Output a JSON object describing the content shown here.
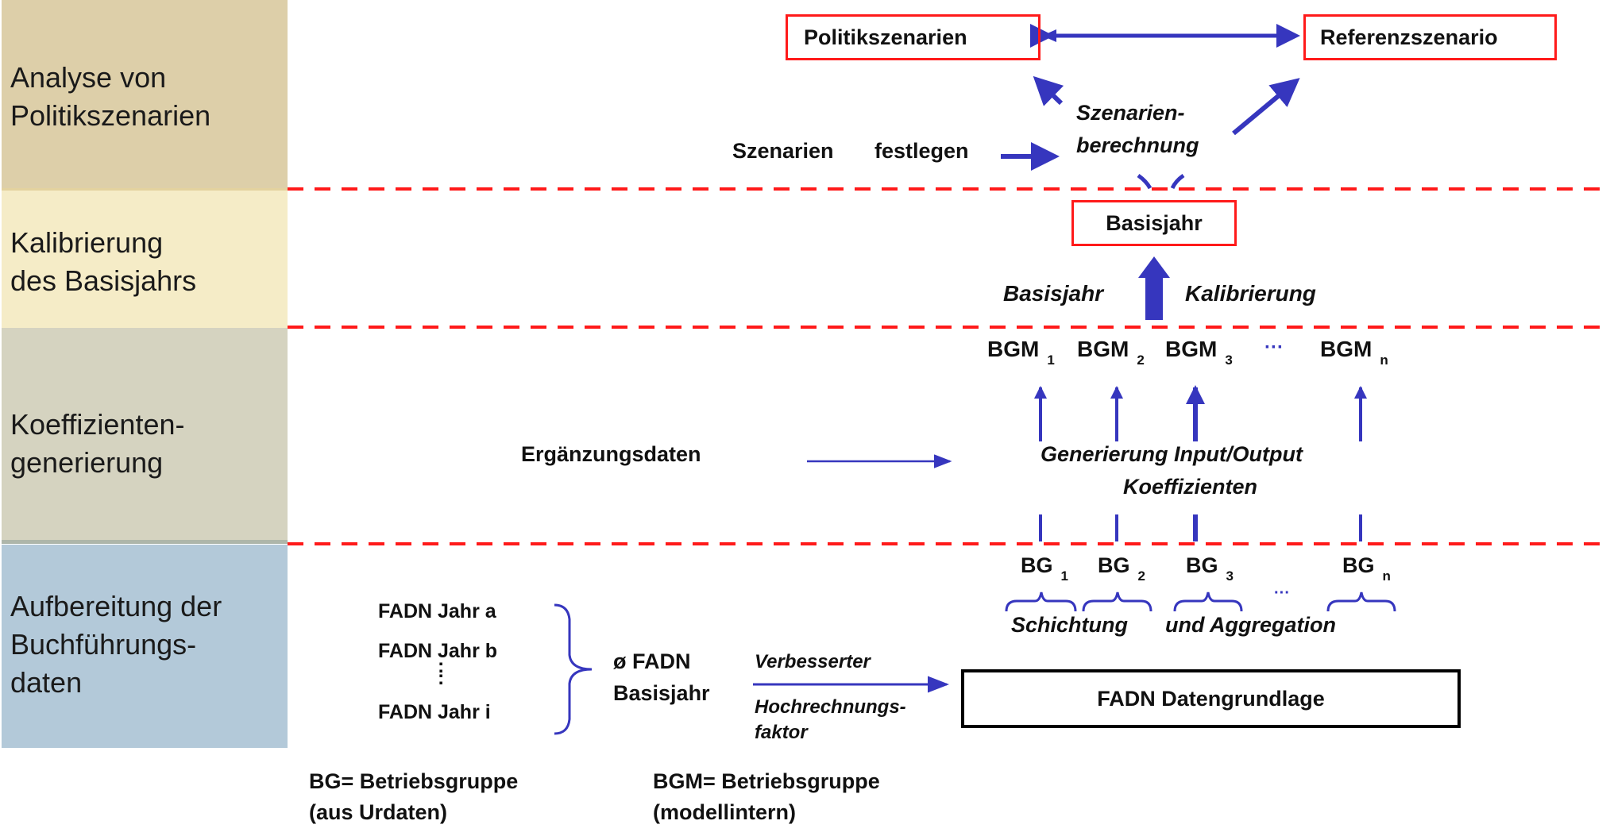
{
  "colors": {
    "band1": "#DDCFA9",
    "band2": "#F5ECC7",
    "band3": "#D5D3C0",
    "band4": "#B3C9D9",
    "arrow_blue": "#3636BE",
    "divider_red": "#FF1A1A",
    "box_red": "#FF1A1A"
  },
  "bands": [
    {
      "label": "Analyse von\nPolitikszenarien"
    },
    {
      "label": "Kalibrierung\ndes Basisjahrs"
    },
    {
      "label": "Koeffizienten-\ngenerierung"
    },
    {
      "label": "Aufbereitung der\nBuchführungs-\ndaten"
    }
  ],
  "scenario": {
    "politik_box": "Politikszenarien",
    "referenz_box": "Referenzszenario",
    "festlegen_a": "Szenarien",
    "festlegen_b": "festlegen",
    "berechnung_1": "Szenarien-",
    "berechnung_2": "berechnung"
  },
  "calibration": {
    "basisjahr_box": "Basisjahr",
    "left_label": "Basisjahr",
    "right_label": "Kalibrierung"
  },
  "coefficients": {
    "bgm": [
      {
        "name": "BGM",
        "index": "1"
      },
      {
        "name": "BGM",
        "index": "2"
      },
      {
        "name": "BGM",
        "index": "3"
      },
      {
        "name": "BGM",
        "index": "n"
      }
    ],
    "ellipsis": "···",
    "supplement": "Ergänzungsdaten",
    "generation_1": "Generierung Input/Output",
    "generation_2": "Koeffizienten"
  },
  "preparation": {
    "bg": [
      {
        "name": "BG",
        "index": "1"
      },
      {
        "name": "BG",
        "index": "2"
      },
      {
        "name": "BG",
        "index": "3"
      },
      {
        "name": "BG",
        "index": "n"
      }
    ],
    "ellipsis": "···",
    "stratification_1": "Schichtung",
    "stratification_2": "und Aggregation",
    "fadn_years": [
      "FADN Jahr a",
      "FADN Jahr b",
      "FADN Jahr i"
    ],
    "vertical_dots": ":",
    "avg_1": "ø FADN",
    "avg_2": "Basisjahr",
    "factor_1": "Verbesserter",
    "factor_2": "Hochrechnungs-",
    "factor_3": "faktor",
    "database_box": "FADN Datengrundlage"
  },
  "legend": {
    "bg_1": "BG= Betriebsgruppe",
    "bg_2": "(aus Urdaten)",
    "bgm_1": "BGM= Betriebsgruppe",
    "bgm_2": "(modellintern)"
  }
}
